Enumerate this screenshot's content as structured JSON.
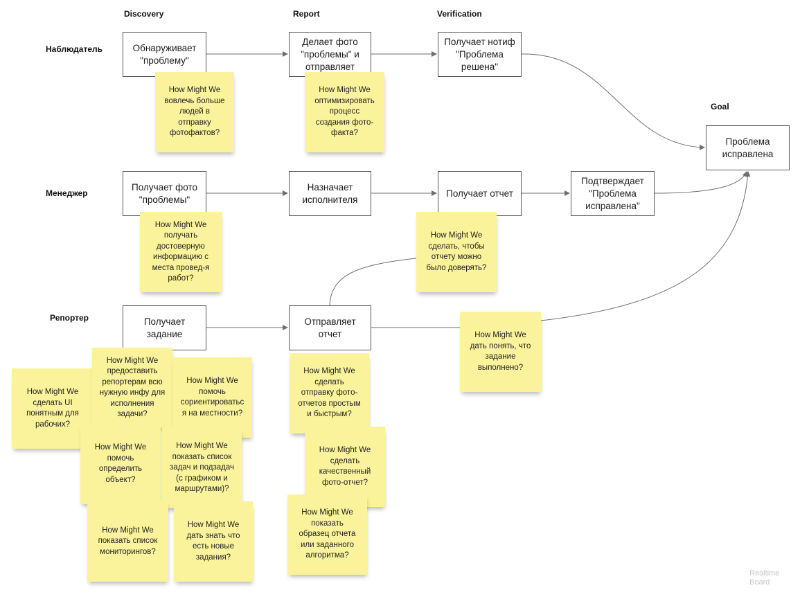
{
  "phases": [
    {
      "id": "discovery",
      "label": "Discovery"
    },
    {
      "id": "report",
      "label": "Report"
    },
    {
      "id": "verification",
      "label": "Verification"
    },
    {
      "id": "goal",
      "label": "Goal"
    }
  ],
  "roles": [
    {
      "id": "observer",
      "label": "Наблюдатель"
    },
    {
      "id": "manager",
      "label": "Менеджер"
    },
    {
      "id": "reporter",
      "label": "Репортер"
    }
  ],
  "cards": [
    {
      "id": "obs-discover",
      "text": "Обнаруживает\n\"проблему\""
    },
    {
      "id": "obs-report",
      "text": "Делает фото\n\"проблемы\" и\nотправляет"
    },
    {
      "id": "obs-verify",
      "text": "Получает нотиф\n\"Проблема\nрешена\""
    },
    {
      "id": "goal",
      "text": "Проблема\nисправлена"
    },
    {
      "id": "mgr-receive",
      "text": "Получает фото\n\"проблемы\""
    },
    {
      "id": "mgr-assign",
      "text": "Назначает\nисполнителя"
    },
    {
      "id": "mgr-report",
      "text": "Получает отчет"
    },
    {
      "id": "mgr-confirm",
      "text": "Подтверждает\n\"Проблема\nисправлена\""
    },
    {
      "id": "rep-task",
      "text": "Получает\nзадание"
    },
    {
      "id": "rep-send",
      "text": "Отправляет\nотчет"
    }
  ],
  "stickies": [
    {
      "id": "s1",
      "text": "How Might We\nвовлечь больше\nлюдей в\nотправку\nфотофактов?"
    },
    {
      "id": "s2",
      "text": "How Might We\nоптимизировать\nпроцесс\nсоздания фото-\nфакта?"
    },
    {
      "id": "s3",
      "text": "How Might We\nполучать\nдостоверную\nинформацию с\nместа провед-я\nработ?"
    },
    {
      "id": "s4",
      "text": "How Might We\nсделать, чтобы\nотчету можно\nбыло доверять?"
    },
    {
      "id": "s5",
      "text": "How Might We\nдать понять, что\nзадание\nвыполнено?"
    },
    {
      "id": "s6",
      "text": "How Might We\nсделать  UI\nпонятным для\nрабочих?"
    },
    {
      "id": "s7",
      "text": "How Might We\nпредоставить\nрепортерам всю\nнужную инфу для\nисполнения\nзадачи?"
    },
    {
      "id": "s8",
      "text": "How Might We\nпомочь\nсориентироватьс\nя на местности?"
    },
    {
      "id": "s9",
      "text": "How Might We\nпомочь\nопределить\nобъект?"
    },
    {
      "id": "s10",
      "text": "How Might We\nпоказать список\nзадач и подзадач\n(с графиком и\nмаршрутами)?"
    },
    {
      "id": "s11",
      "text": "How Might We\nпоказать список\nмониторингов?"
    },
    {
      "id": "s12",
      "text": "How Might We\nдать знать что\nесть новые\nзадания?"
    },
    {
      "id": "s13",
      "text": "How Might We\nсделать\nотправку фото-\nотчетов простым\nи быстрым?"
    },
    {
      "id": "s14",
      "text": "How Might We\nсделать\nкачественный\nфото-отчет?"
    },
    {
      "id": "s15",
      "text": "How Might We\nпоказать\nобразец отчета\nили заданного\nалгоритма?"
    }
  ],
  "watermark": "Realtime\nBoard",
  "colors": {
    "sticky": "#fbf39b",
    "card_border": "#555555",
    "connector": "#6e6e6e"
  }
}
